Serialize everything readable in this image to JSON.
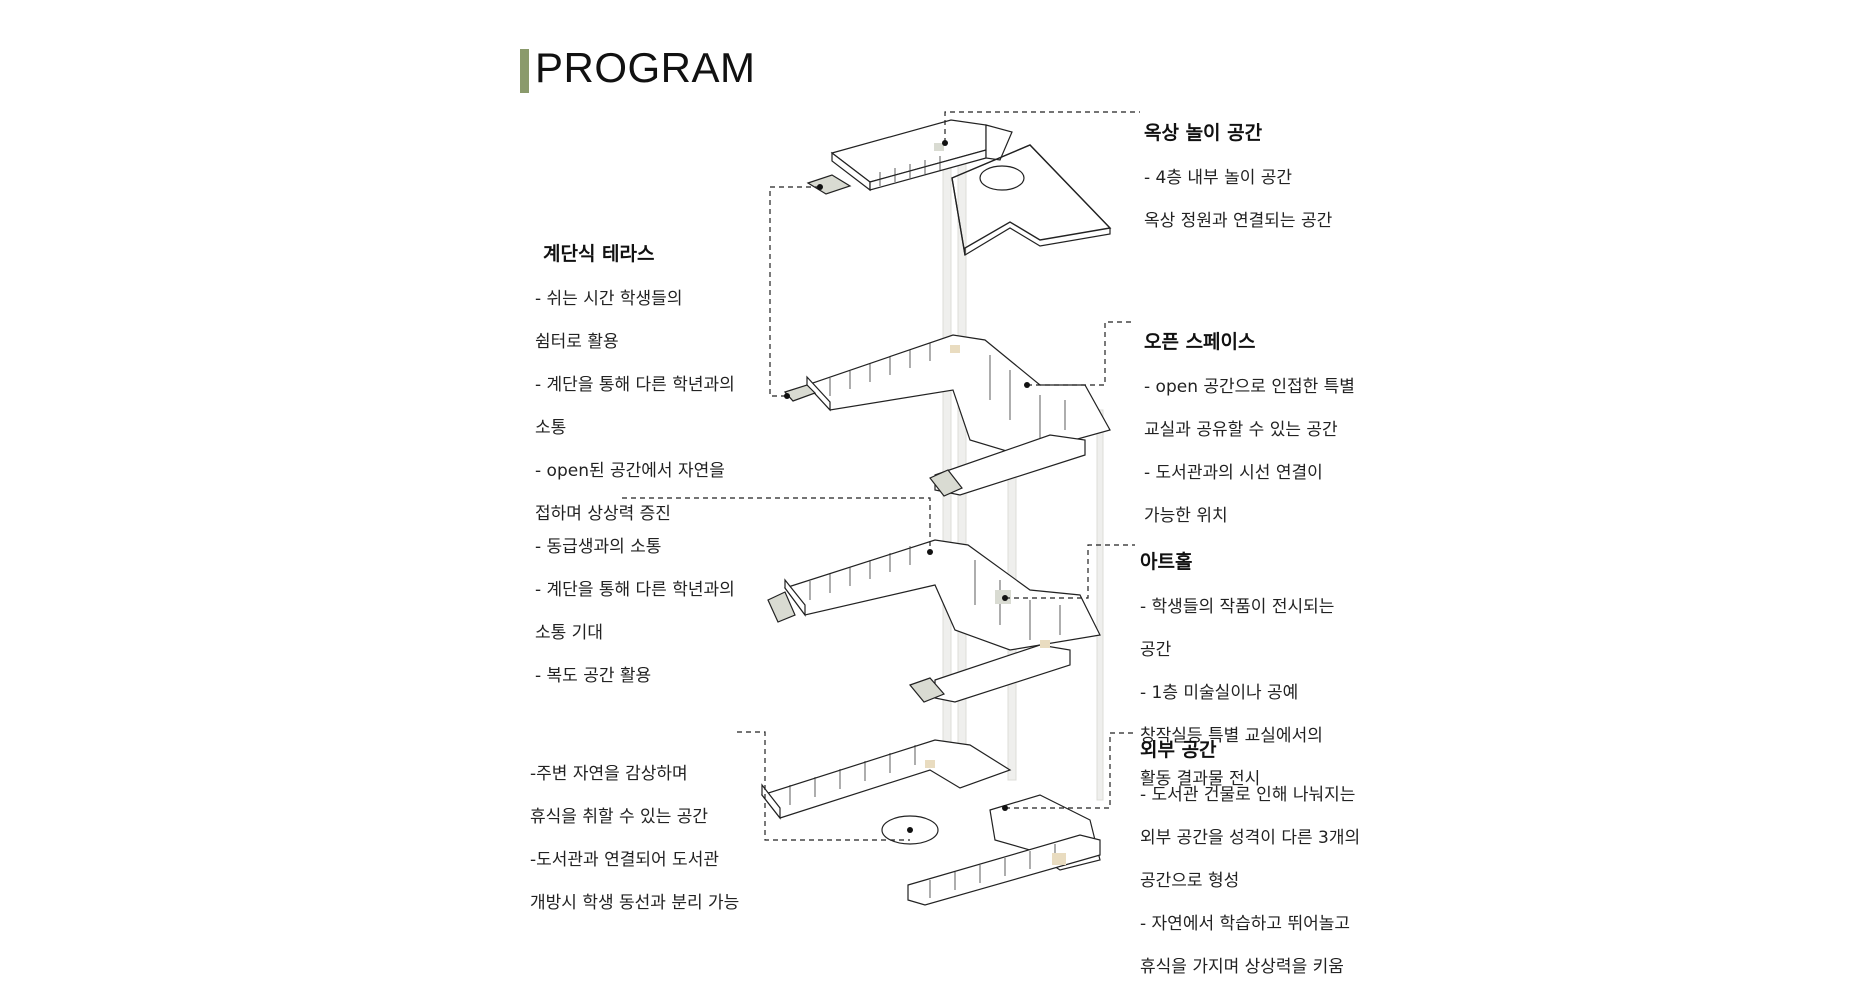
{
  "page": {
    "title": "PROGRAM",
    "accent_color": "#8a9a6c"
  },
  "annotations": {
    "rooftop": {
      "heading": "옥상 놀이 공간",
      "lines": [
        "- 4층 내부 놀이 공간",
        "옥상 정원과 연결되는 공간"
      ]
    },
    "terrace": {
      "heading": "계단식 테라스",
      "lines": [
        "- 쉬는 시간 학생들의",
        "쉼터로 활용",
        "-  계단을 통해 다른 학년과의",
        " 소통",
        "- open된 공간에서 자연을",
        "접하며 상상력 증진"
      ]
    },
    "open_space": {
      "heading": "오픈 스페이스",
      "lines": [
        "- open 공간으로 인접한 특별",
        "교실과 공유할 수 있는 공간",
        "- 도서관과의 시선 연결이",
        "가능한 위치"
      ]
    },
    "corridor": {
      "lines": [
        "- 동급생과의 소통",
        "-  계단을 통해 다른 학년과의",
        " 소통 기대",
        "- 복도 공간 활용"
      ]
    },
    "art_hall": {
      "heading": "아트홀",
      "lines": [
        "- 학생들의 작품이 전시되는",
        " 공간",
        "- 1층 미술실이나 공예",
        "창작실등 특별 교실에서의",
        "활동 결과물 전시"
      ]
    },
    "nature": {
      "lines": [
        "-주변 자연을 감상하며",
        "휴식을 취할 수 있는 공간",
        "-도서관과 연결되어 도서관",
        "개방시 학생 동선과 분리 가능"
      ]
    },
    "outdoor": {
      "heading": "외부 공간",
      "lines": [
        "- 도서관 건물로 인해 나눠지는",
        "외부 공간을 성격이 다른 3개의",
        "공간으로 형성",
        "- 자연에서 학습하고 뛰어놀고",
        "휴식을 가지며 상상력을 키움"
      ]
    }
  },
  "colors": {
    "line": "#222222",
    "wall_fill": "#ffffff",
    "deck_fill": "#d9dbd2",
    "column_fill": "#ededeb",
    "wood_fill": "#e9dcc0"
  }
}
